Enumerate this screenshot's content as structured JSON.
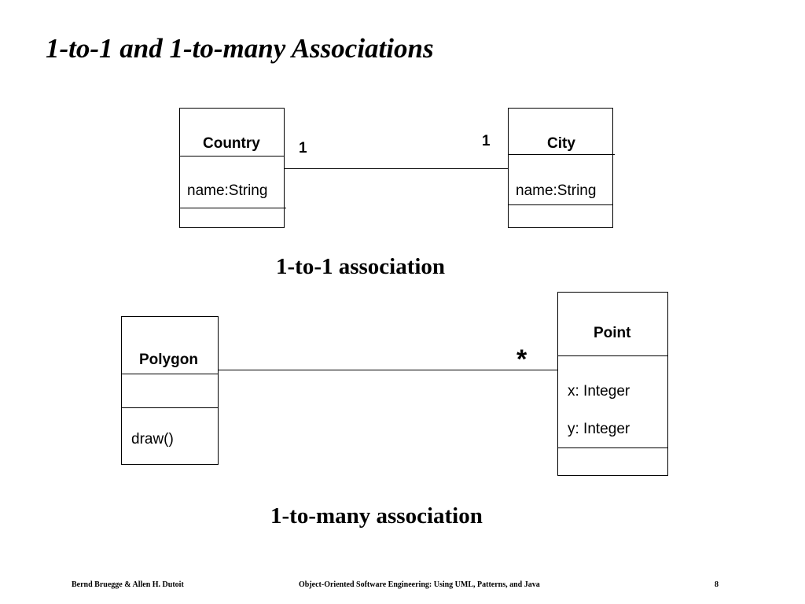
{
  "slide": {
    "title": "1-to-1 and 1-to-many Associations"
  },
  "diagram_one_to_one": {
    "caption": "1-to-1 association",
    "left_class": {
      "name": "Country",
      "attributes": [
        "name:String"
      ]
    },
    "right_class": {
      "name": "City",
      "attributes": [
        "name:String"
      ]
    },
    "left_multiplicity": "1",
    "right_multiplicity": "1"
  },
  "diagram_one_to_many": {
    "caption": "1-to-many association",
    "left_class": {
      "name": "Polygon",
      "operations": [
        "draw()"
      ]
    },
    "right_class": {
      "name": "Point",
      "attributes": [
        "x: Integer",
        "y: Integer"
      ]
    },
    "right_multiplicity": "*"
  },
  "footer": {
    "authors": "Bernd Bruegge & Allen H. Dutoit",
    "book": "Object-Oriented Software Engineering: Using UML, Patterns, and Java",
    "page_number": "8"
  }
}
